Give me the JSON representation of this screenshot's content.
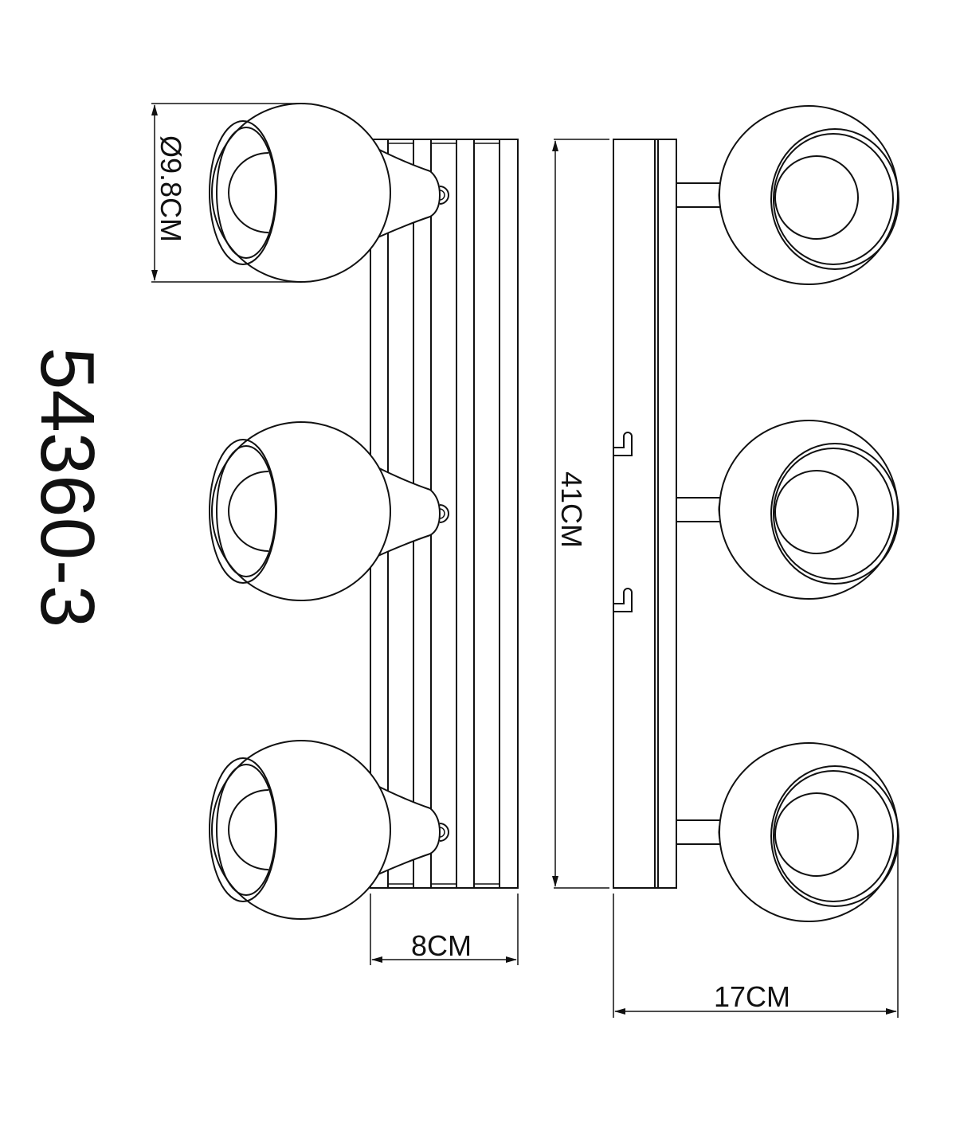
{
  "model_number": "54360-3",
  "dimensions": {
    "shade_diameter": "Ø9.8CM",
    "height": "41CM",
    "base_width": "8CM",
    "projection": "17CM"
  },
  "views": [
    "front-view",
    "side-view"
  ],
  "colors": {
    "line": "#111111",
    "background": "#ffffff"
  }
}
